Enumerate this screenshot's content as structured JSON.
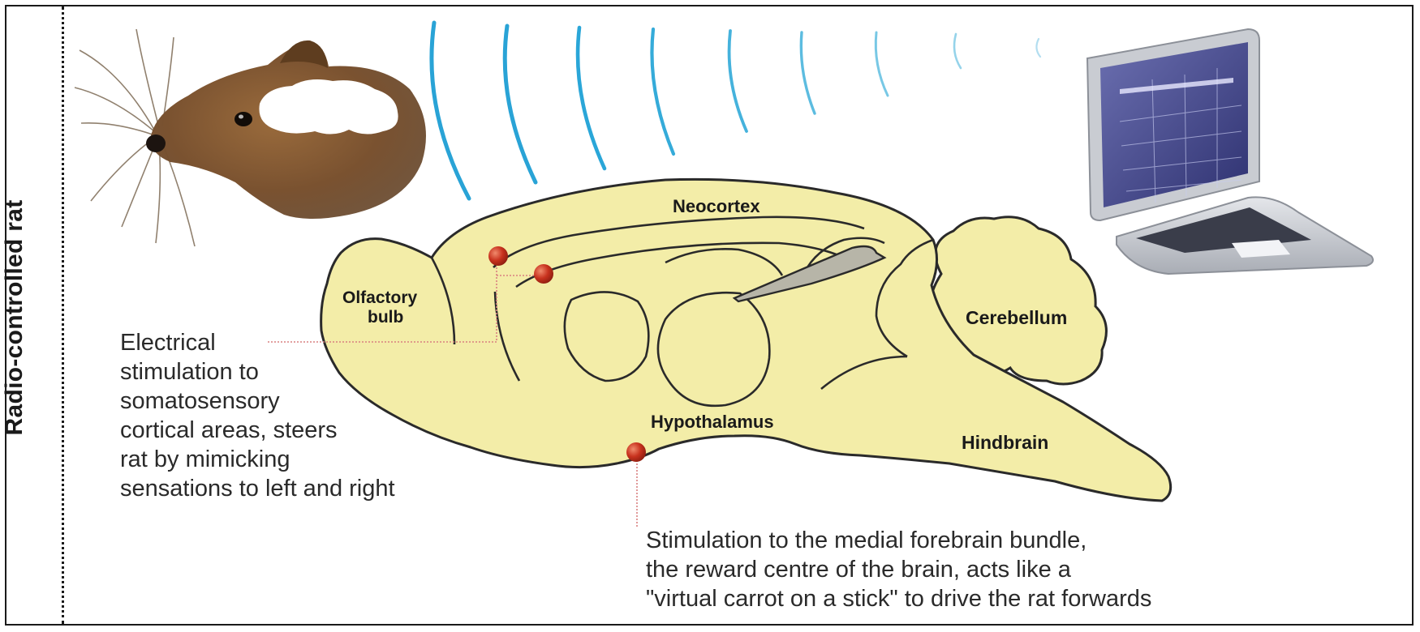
{
  "title": "Radio-controlled rat",
  "brain_labels": {
    "neocortex": "Neocortex",
    "olfactory_bulb": [
      "Olfactory",
      "bulb"
    ],
    "cerebellum": "Cerebellum",
    "hypothalamus": "Hypothalamus",
    "hindbrain": "Hindbrain"
  },
  "captions": {
    "somatosensory": [
      "Electrical",
      "stimulation to",
      "somatosensory",
      "cortical areas, steers",
      "rat by mimicking",
      "sensations to left and right"
    ],
    "reward": [
      "Stimulation to the medial forebrain bundle,",
      "the reward centre of the brain, acts like a",
      "\"virtual carrot on a stick\" to drive the rat forwards"
    ]
  },
  "colors": {
    "brain_fill": "#f3eda8",
    "electrode": "#c8321e",
    "signal_waves": "#29a3d6",
    "rat_fur": "#7a5230",
    "leader_line": "#d98080"
  },
  "icons": [
    "rat-head-icon",
    "signal-waves-icon",
    "laptop-icon",
    "electrode-icon"
  ]
}
